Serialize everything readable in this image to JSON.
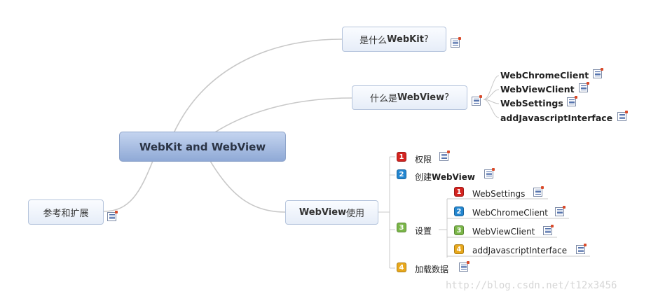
{
  "mindmap": {
    "root": "WebKit and WebView",
    "branch_webkit": {
      "prefix": "是什么",
      "strong": "WebKit",
      "suffix": "?"
    },
    "branch_webview": {
      "prefix": "什么是",
      "strong": "WebView",
      "suffix": "?",
      "children": [
        "WebChromeClient",
        "WebViewClient",
        "WebSettings",
        "addJavascriptInterface"
      ]
    },
    "branch_usage": {
      "strong": "WebView",
      "suffix": "使用",
      "items": [
        {
          "badge": "1",
          "label": "权限"
        },
        {
          "badge": "2",
          "prefix": "创建",
          "strong": "WebView"
        },
        {
          "badge": "3",
          "label": "设置"
        },
        {
          "badge": "4",
          "label": "加载数据"
        }
      ],
      "settings": [
        {
          "badge": "1",
          "label": "WebSettings"
        },
        {
          "badge": "2",
          "label": "WebChromeClient"
        },
        {
          "badge": "3",
          "label": "WebViewClient"
        },
        {
          "badge": "4",
          "label": "addJavascriptInterface"
        }
      ]
    },
    "branch_ref": "参考和扩展"
  },
  "badge_colors": {
    "1": "#d42420",
    "2": "#2386d0",
    "3": "#7ab648",
    "4": "#e8a81c"
  },
  "connector_color": "#c8c8c8",
  "watermark": "http://blog.csdn.net/t12x3456"
}
